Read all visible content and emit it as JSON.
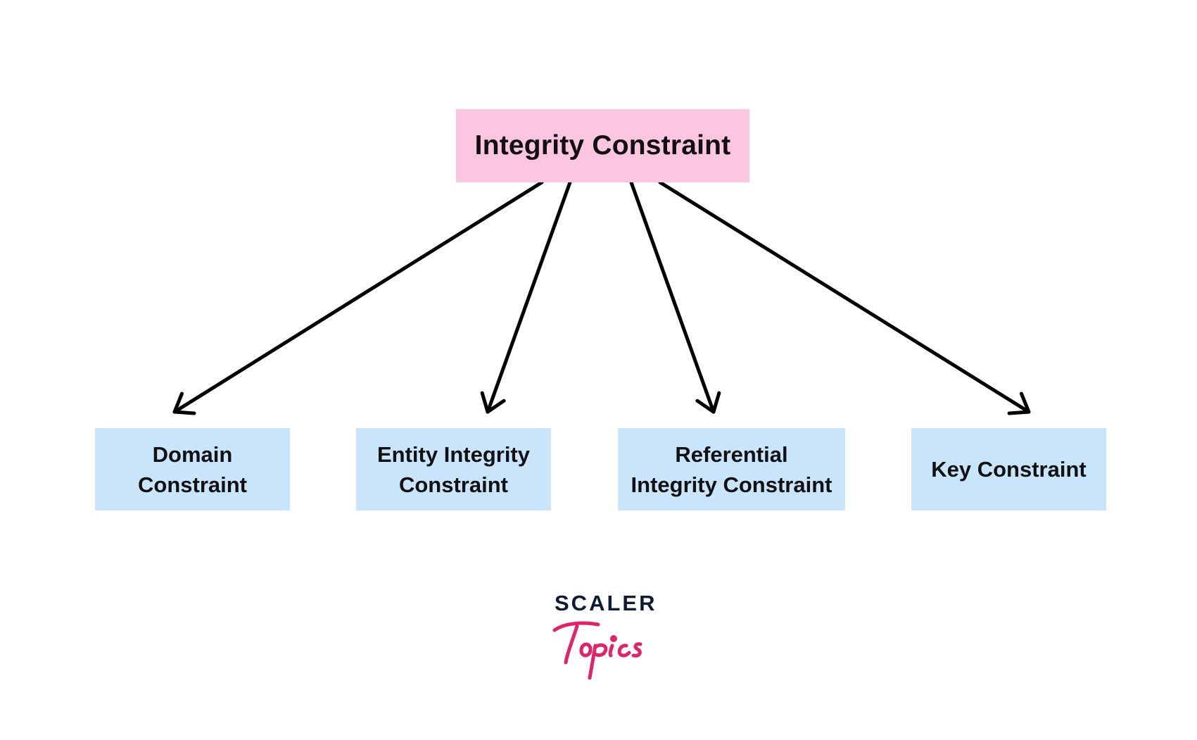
{
  "root": {
    "label": "Integrity Constraint",
    "color": "#fcc5e0"
  },
  "children": [
    {
      "label_lines": [
        "Domain",
        "Constraint"
      ],
      "color": "#c9e5fb"
    },
    {
      "label_lines": [
        "Entity Integrity",
        "Constraint"
      ],
      "color": "#c9e5fb"
    },
    {
      "label_lines": [
        "Referential",
        "Integrity Constraint"
      ],
      "color": "#c9e5fb"
    },
    {
      "label_lines": [
        "Key Constraint"
      ],
      "color": "#c9e5fb"
    }
  ],
  "edges": [
    {
      "from": "root",
      "to": 0
    },
    {
      "from": "root",
      "to": 1
    },
    {
      "from": "root",
      "to": 2
    },
    {
      "from": "root",
      "to": 3
    }
  ],
  "arrow_color": "#000000",
  "logo": {
    "word": "SCALER",
    "script": "Topics",
    "word_color": "#0f1b35",
    "script_color": "#e0246b"
  }
}
